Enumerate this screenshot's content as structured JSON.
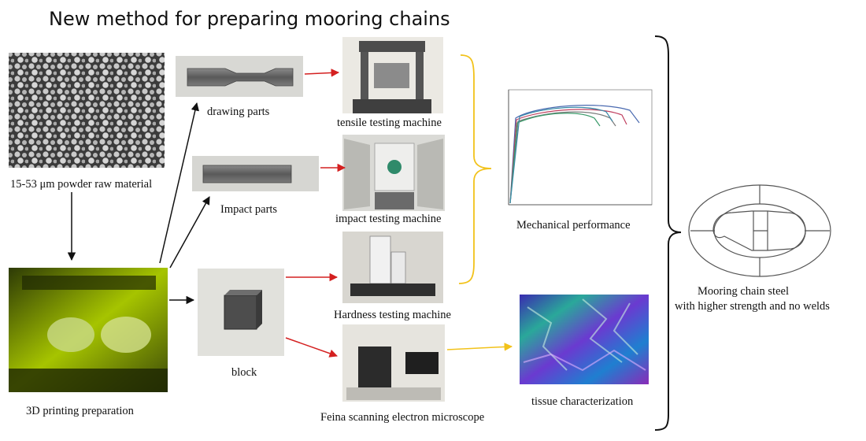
{
  "title": "New method for preparing mooring chains",
  "labels": {
    "powder": "15-53 μm powder raw material",
    "printing": "3D printing preparation",
    "drawing": "drawing parts",
    "impact": "Impact parts",
    "block": "block",
    "tensile": "tensile testing machine",
    "impact_machine": "impact testing machine",
    "hardness": "Hardness testing machine",
    "sem": "Feina scanning electron microscope",
    "mechanical": "Mechanical performance",
    "tissue": "tissue characterization",
    "result_line1": "Mooring chain steel",
    "result_line2": "with higher strength and no welds"
  },
  "colors": {
    "red_arrow": "#d42020",
    "yellow": "#f2c21a",
    "black": "#111111"
  }
}
